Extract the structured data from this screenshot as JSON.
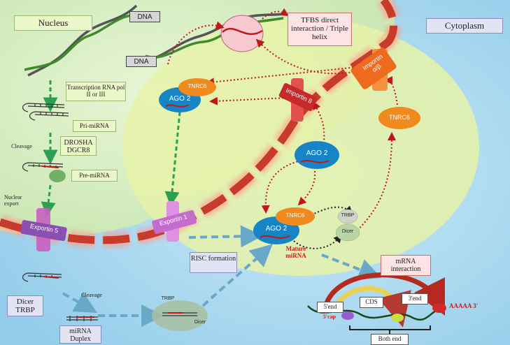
{
  "labels": {
    "nucleus": "Nucleus",
    "cytoplasm": "Cytoplasm",
    "dna_top": "DNA",
    "dna_mid": "DNA",
    "tfbs": "TFBS direct interaction / Triple helix",
    "transcription": "Transcription RNA pol II or III",
    "pri_mirna": "Pri-miRNA",
    "cleavage_1": "Cleavage",
    "drosha": "DROSHA DGCR8",
    "pre_mirna": "Pre-miRNA",
    "nuclear_export": "Nuclear export",
    "exportin5": "Exportin 5",
    "exportin1": "Exportin 1",
    "importin8": "Importin 8",
    "importin_ab_1": "Importin",
    "importin_ab_2": "α/β",
    "ago2_nucleus": "AGO 2",
    "tnrc6_nucleus": "TNRC6",
    "ago2_cyto": "AGO 2",
    "tnrc6_cyto": "TNRC6",
    "ago2_risc": "AGO 2",
    "tnrc6_risc": "TNRC6",
    "trbp_small": "TRBP",
    "dicer_small": "Dicer",
    "mature_mirna": "Mature miRNA",
    "risc_formation": "RISC formation",
    "dicer_trbp": "Dicer TRBP",
    "cleavage_2": "Cleavage",
    "mirna_duplex": "miRNA Duplex",
    "trbp_complex": "TRBP",
    "dicer_complex": "Dicer",
    "mrna_interaction": "mRNA interaction",
    "five_end": "5'end",
    "cds": "CDS",
    "three_end": "3'end",
    "five_cap": "5'cap",
    "polya": "AAAAA 3'",
    "both_end": "Both end"
  },
  "colors": {
    "cytoplasm": "#a9d9f2",
    "nucleus": "#d8efc0",
    "inner_zone": "#e6f2a8",
    "ago2": "#1784c6",
    "tnrc6": "#f08a1e",
    "pathway_arrow": "#2aa050",
    "mirna_arrow": "#6aa8c8",
    "nuclear_membrane": "#c83a2a",
    "dotted_arrow": "#c01818"
  }
}
